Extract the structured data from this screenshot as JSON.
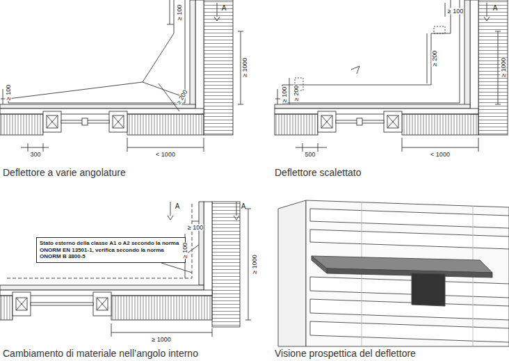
{
  "diagram": {
    "nodes": [
      {
        "text": [
          "Stato esterno della classe A1 o A2 secondo la norma ONORM EN 13501-1, verifica secondo la norma ONORM B 3800-5"
        ]
      }
    ],
    "labels": [
      "≥ 100",
      "A",
      "≥ 1000",
      "≥ 200",
      "≥ 100",
      "300",
      "< 1000",
      "Deflettore a varie angolature",
      "≥ 100",
      "A",
      "≥ 200",
      "≥ 1000",
      "≥ 200",
      "≥ 100",
      "500",
      "< 1000",
      "Deflettore scalettato",
      "A",
      "A",
      "≥ 100",
      "≥ 1000",
      "≥ 100",
      "≥ 1000",
      "Cambiamento di materiale nell’angolo interno",
      "Visione prospettica del deflettore"
    ]
  }
}
